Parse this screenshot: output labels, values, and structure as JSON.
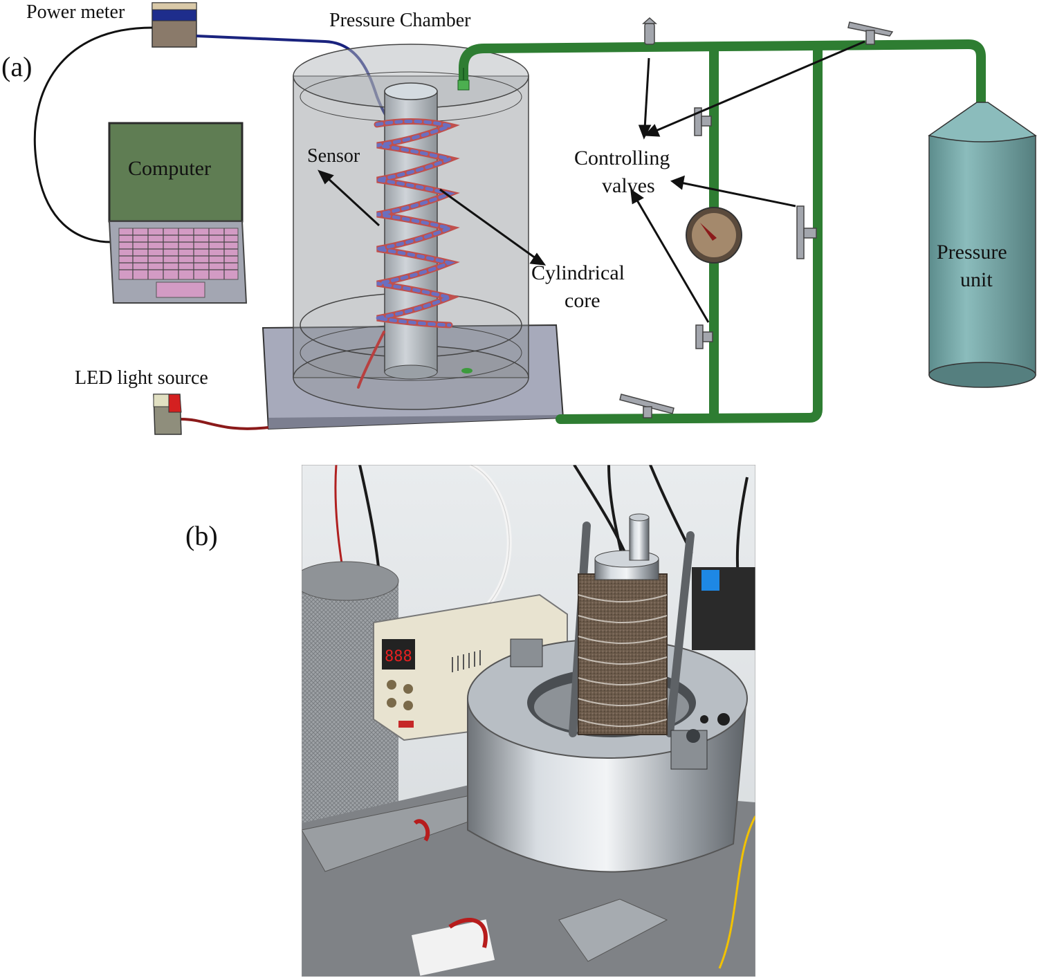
{
  "panel_a": {
    "label": "(a)",
    "labels": {
      "power_meter": "Power meter",
      "pressure_chamber": "Pressure Chamber",
      "computer": "Computer",
      "sensor": "Sensor",
      "controlling_valves_1": "Controlling",
      "controlling_valves_2": "valves",
      "cylindrical_core_1": "Cylindrical",
      "cylindrical_core_2": "core",
      "pressure_unit_1": "Pressure",
      "pressure_unit_2": "unit",
      "led_light_source": "LED light source"
    },
    "colors": {
      "pipe": "#2e7d32",
      "pipe_dark": "#1b5e20",
      "fiber_blue": "#1a237e",
      "fiber_red": "#a31515",
      "sensor_red": "#c0504d",
      "sensor_blue": "#6a6fc0",
      "laptop_screen": "#5f7d53",
      "laptop_keys": "#c77fb5",
      "tank": "#6e9e9e",
      "plate": "#a7aabb"
    }
  },
  "panel_b": {
    "label": "(b)"
  }
}
